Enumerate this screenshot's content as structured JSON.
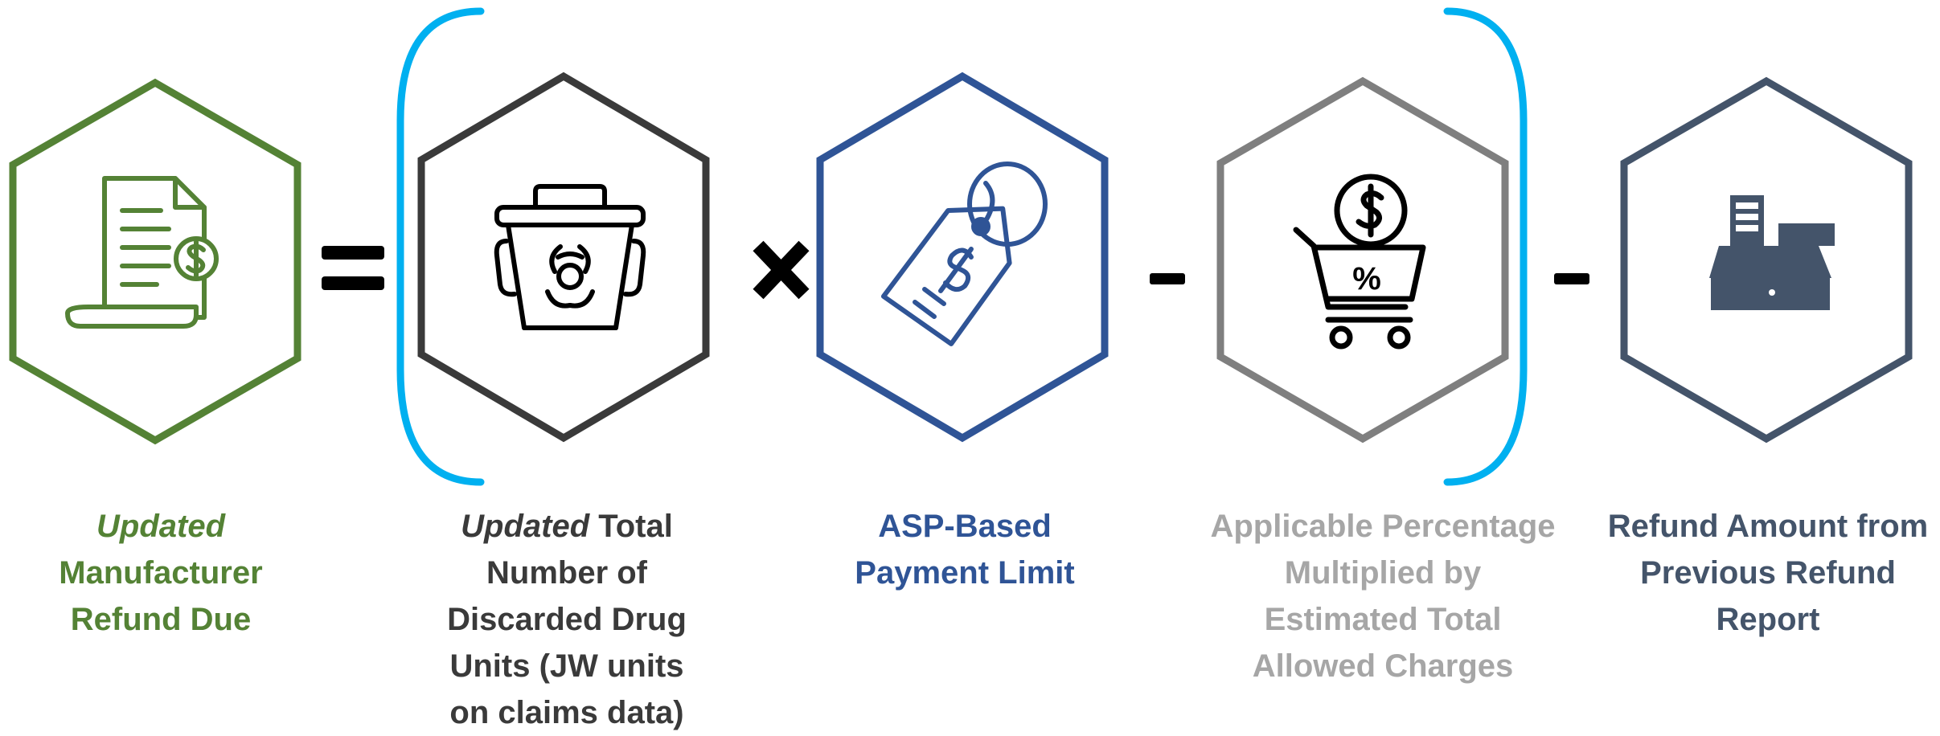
{
  "colors": {
    "green": "#548235",
    "dark": "#3a3a3a",
    "blue": "#2f5496",
    "gray": "#7f7f7f",
    "slate": "#44546a",
    "bracket": "#00b0f0",
    "black": "#000000"
  },
  "operators": {
    "equals": "=",
    "times": "×",
    "minus_1": "-",
    "minus_2": "-"
  },
  "steps": [
    {
      "icon": "refund-document-icon",
      "label_lines": [
        {
          "prefix_italic": "Updated",
          "text": ""
        },
        {
          "prefix_italic": "",
          "text": "Manufacturer"
        },
        {
          "prefix_italic": "",
          "text": "Refund Due"
        }
      ]
    },
    {
      "icon": "biohazard-bin-icon",
      "label_lines": [
        {
          "prefix_italic": "Updated",
          "text": " Total"
        },
        {
          "prefix_italic": "",
          "text": "Number of"
        },
        {
          "prefix_italic": "",
          "text": "Discarded Drug"
        },
        {
          "prefix_italic": "",
          "text": "Units (JW units"
        },
        {
          "prefix_italic": "",
          "text": "on claims data)"
        }
      ]
    },
    {
      "icon": "price-tag-icon",
      "label_lines": [
        {
          "prefix_italic": "",
          "text": "ASP-Based"
        },
        {
          "prefix_italic": "",
          "text": "Payment Limit"
        }
      ]
    },
    {
      "icon": "shopping-cart-percent-icon",
      "label_lines": [
        {
          "prefix_italic": "",
          "text": "Applicable Percentage"
        },
        {
          "prefix_italic": "",
          "text": "Multiplied by"
        },
        {
          "prefix_italic": "",
          "text": "Estimated Total"
        },
        {
          "prefix_italic": "",
          "text": "Allowed Charges"
        }
      ]
    },
    {
      "icon": "cash-register-icon",
      "label_lines": [
        {
          "prefix_italic": "",
          "text": "Refund Amount from"
        },
        {
          "prefix_italic": "",
          "text": "Previous Refund"
        },
        {
          "prefix_italic": "",
          "text": "Report"
        }
      ]
    }
  ]
}
